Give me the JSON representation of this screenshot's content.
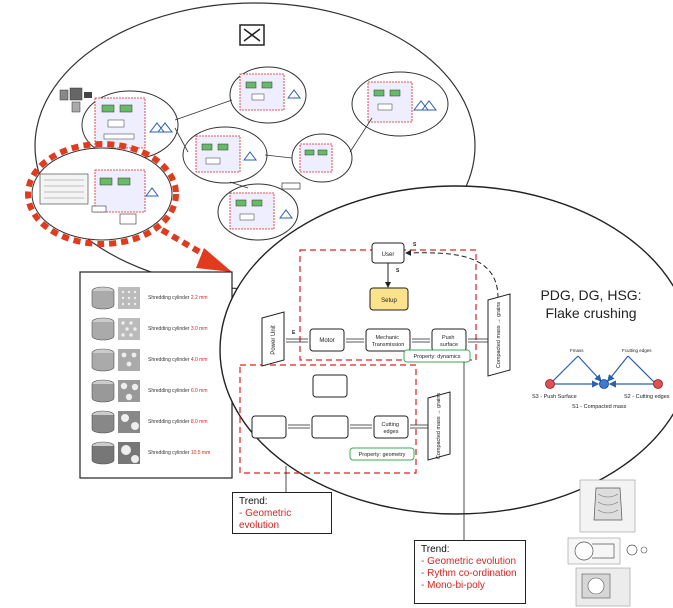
{
  "colors": {
    "red": "#e03b1e",
    "dash_red": "#e02020",
    "setup_yellow": "#fae38a",
    "node_blue": "#3b7bd4",
    "node_red": "#e05050",
    "green_tag": "#3aa95a"
  },
  "main_diagram": {
    "user_label": "User",
    "setup_label": "Setup",
    "power_unit_label": "Power Unit",
    "motor_label": "Motor",
    "transmission_label": "Mechanic Transmission",
    "push_surface_label": "Push surface",
    "compacted_mass_label_1": "Compacted mass → grains",
    "compacted_mass_label_2": "Compacted mass → grains",
    "cutting_edges_label": "Cutting edges",
    "property_dynamics": "Property: dynamics",
    "property_geometry": "Property: geometry",
    "arrow_s1": "S",
    "arrow_s2": "S",
    "arrow_e": "E"
  },
  "flake_title": "PDG, DG, HSG: Flake crushing",
  "forces": {
    "f_left": "Fmass",
    "f_right": "Fcutting edges",
    "s3": "S3 - Push Surface",
    "s2": "S2 - Cutting edges",
    "s1": "S1 - Compacted mass"
  },
  "shredding": [
    {
      "text": "Shredding cylinder ",
      "mm": "2.2 mm"
    },
    {
      "text": "Shredding cylinder ",
      "mm": "3.0 mm"
    },
    {
      "text": "Shredding cylinder ",
      "mm": "4.0 mm"
    },
    {
      "text": "Shredding cylinder ",
      "mm": "6.0 mm"
    },
    {
      "text": "Shredding cylinder ",
      "mm": "8.0 mm"
    },
    {
      "text": "Shredding cylinder ",
      "mm": "10.5 mm"
    }
  ],
  "trend_left": {
    "title": "Trend:",
    "items": [
      "- Geometric evolution"
    ]
  },
  "trend_bottom": {
    "title": "Trend:",
    "items": [
      "- Geometric evolution",
      "- Rythm co-ordination",
      "- Mono-bi-poly"
    ]
  }
}
